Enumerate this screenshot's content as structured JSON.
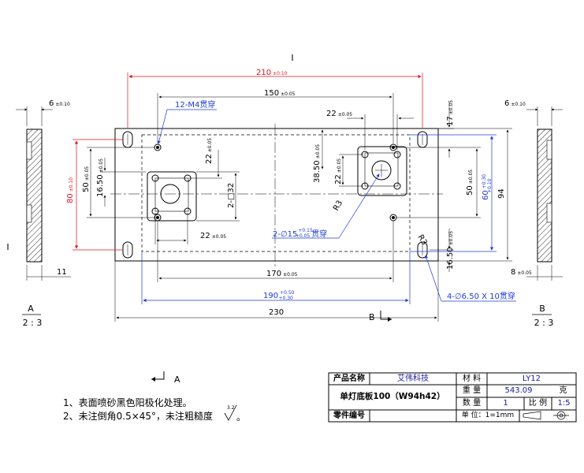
{
  "colors": {
    "red": "#e0141e",
    "blue": "#1f3bd6",
    "black": "#000000"
  },
  "drawing": {
    "top_mark": "I",
    "left_mark": "I",
    "dims": {
      "overall_len_red": "210",
      "overall_len_red_tol": "±0.10",
      "width_150": "150",
      "width_150_tol": "±0.05",
      "dim_22_top": "22",
      "dim_22_top_tol": "±0.05",
      "dim_17": "17",
      "dim_17_tol": "±0.05",
      "dim_6_left": "6",
      "dim_6_left_tol": "±0.10",
      "dim_6_right": "6",
      "dim_6_right_tol": "±0.10",
      "dim_80": "80",
      "dim_80_tol": "±0.10",
      "dim_50_left": "50",
      "dim_50_left_tol": "±0.05",
      "dim_1650_left": "16.50",
      "dim_1650_left_tol": "±0.05",
      "dim_22_vert_left": "22",
      "dim_22_vert_left_tol": "±0.05",
      "dim_2sq32": "2-□32",
      "dim_3850": "38.50",
      "dim_3850_tol": "±0.05",
      "dim_22_vert_right": "22",
      "dim_22_vert_right_tol": "±0.05",
      "dim_50_right": "50",
      "dim_50_right_tol": "±0.05",
      "dim_60": "60",
      "dim_60_tol_up": "+0.30",
      "dim_60_tol_dn": "+0.10",
      "dim_94": "94",
      "dim_1650_right": "16.50",
      "dim_1650_right_tol": "±0.05",
      "dim_r3_a": "R3",
      "dim_r3_b": "R3",
      "dim_22_bottom": "22",
      "dim_22_bottom_tol": "±0.05",
      "dim_2phi15": "2-∅15",
      "dim_2phi15_tol_up": "+0.15",
      "dim_2phi15_tol_dn": "+0.05",
      "dim_2phi15_note": "贯穿",
      "dim_170": "170",
      "dim_170_tol": "±0.05",
      "dim_190": "190",
      "dim_190_tol_up": "+0.50",
      "dim_190_tol_dn": "+0.30",
      "dim_230": "230",
      "dim_11": "11",
      "dim_8": "8",
      "dim_8_tol": "±0.05",
      "callout_m4": "12-M4贯穿",
      "callout_phi65": "4-∅6.50 X 10贯穿"
    },
    "view_a_label": "A",
    "view_a_scale": "2 : 3",
    "view_b_label": "B",
    "view_b_scale": "2 : 3",
    "section_b": "B",
    "section_a": "A"
  },
  "notes": [
    "1、表面喷砂黑色阳极化处理。",
    "2、未注倒角0.5×45°，未注粗糙度"
  ],
  "roughness_value": "3.2",
  "title_block": {
    "product_name_label": "产品名称",
    "company": "艾伟科技",
    "material_label": "材    料",
    "material_value": "LY12",
    "part_title": "单灯底板100（W94h42）",
    "weight_label": "重    量",
    "weight_value": "543.09",
    "weight_unit": "克",
    "qty_label": "数    量",
    "qty_value": "1",
    "scale_label": "比  例",
    "scale_value": "1:5",
    "part_no_label": "零件编号",
    "unit_label": "单  位：1=1mm"
  }
}
